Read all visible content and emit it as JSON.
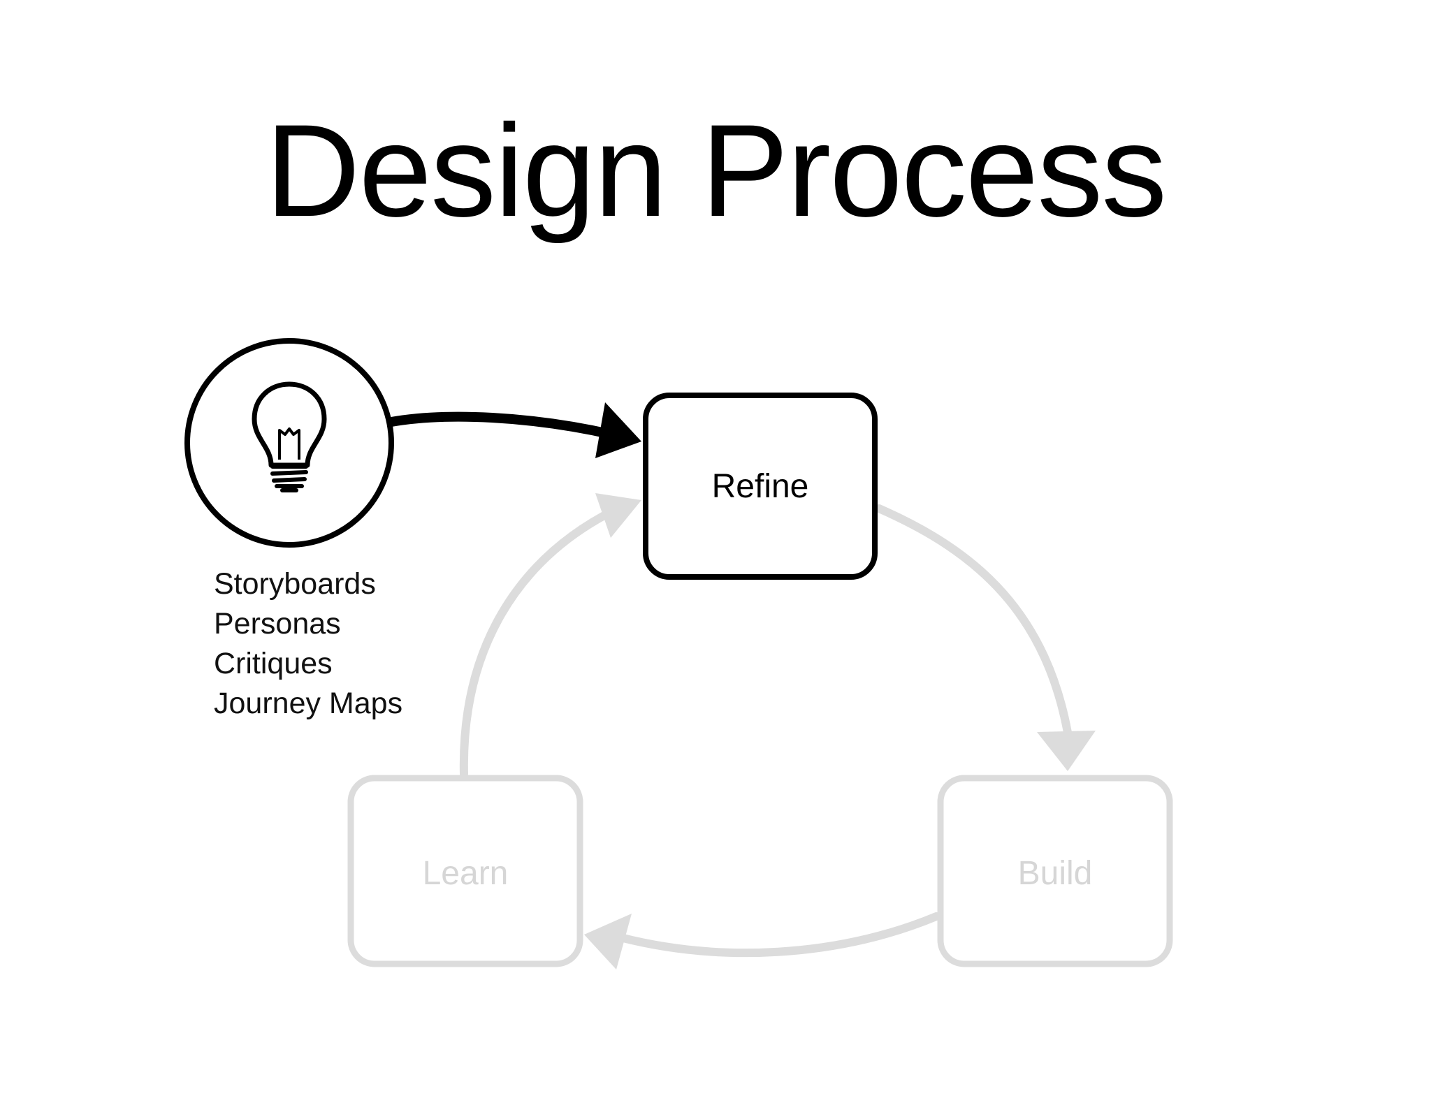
{
  "title": "Design Process",
  "nodes": {
    "refine": {
      "label": "Refine",
      "state": "active"
    },
    "build": {
      "label": "Build",
      "state": "inactive"
    },
    "learn": {
      "label": "Learn",
      "state": "inactive"
    }
  },
  "idea": {
    "icon": "lightbulb-icon",
    "methods": [
      "Storyboards",
      "Personas",
      "Critiques",
      "Journey Maps"
    ]
  },
  "colors": {
    "active": "#000000",
    "inactive": "#dcdcdc",
    "inactive_text": "#d6d6d6"
  }
}
